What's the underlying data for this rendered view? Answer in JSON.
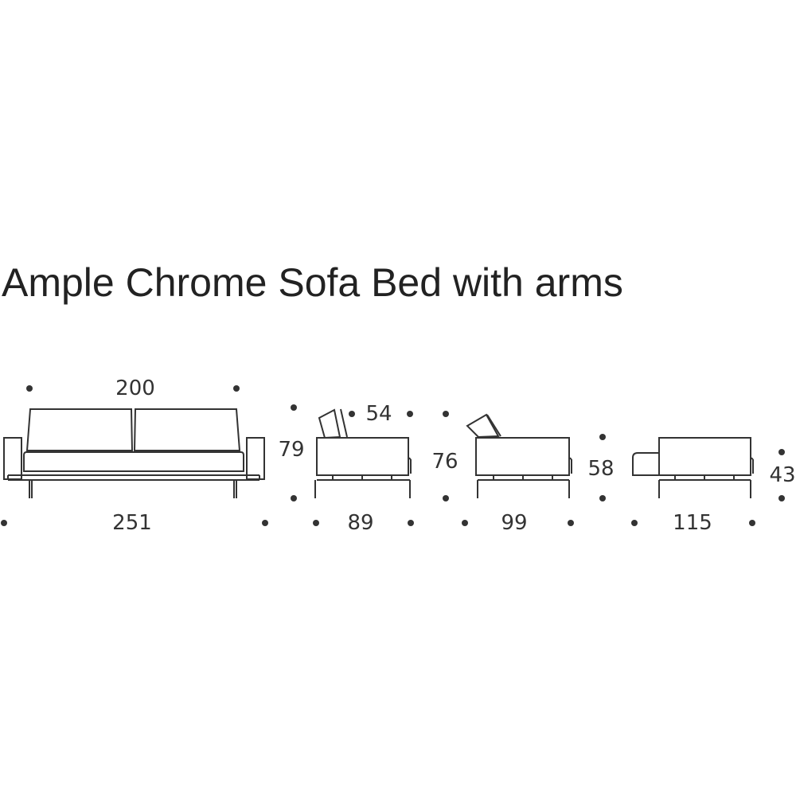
{
  "title": "Ample Chrome Sofa Bed with arms",
  "dimensions": {
    "front_top_width": "200",
    "front_total_width": "251",
    "side_height": "79",
    "side_seat_depth": "54",
    "side_depth": "89",
    "recline_height": "76",
    "recline_depth": "99",
    "bed_height": "58",
    "bed_length": "115",
    "bed_seat_height": "43"
  },
  "colors": {
    "line": "#333333",
    "text": "#222222",
    "background": "#ffffff"
  }
}
